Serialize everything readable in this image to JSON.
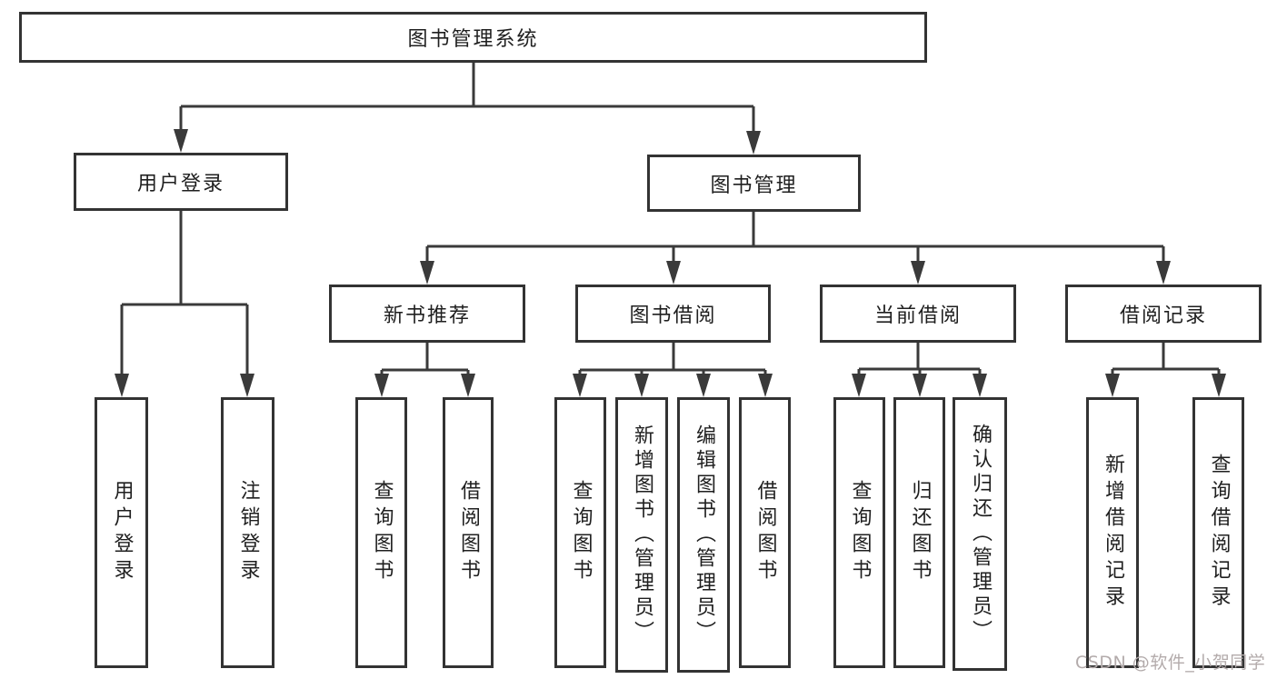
{
  "watermark": "CSDN @软件_小贺同学",
  "colors": {
    "line": "#3a3a3a",
    "border": "#333333",
    "text": "#1f1f1f",
    "watermark": "#b3abab"
  },
  "tree": {
    "label": "图书管理系统",
    "children": [
      {
        "label": "用户登录",
        "children": [
          {
            "label": "用户登录"
          },
          {
            "label": "注销登录"
          }
        ]
      },
      {
        "label": "图书管理",
        "children": [
          {
            "label": "新书推荐",
            "children": [
              {
                "label": "查询图书"
              },
              {
                "label": "借阅图书"
              }
            ]
          },
          {
            "label": "图书借阅",
            "children": [
              {
                "label": "查询图书"
              },
              {
                "label": "新增图书（管理员）"
              },
              {
                "label": "编辑图书（管理员）"
              },
              {
                "label": "借阅图书"
              }
            ]
          },
          {
            "label": "当前借阅",
            "children": [
              {
                "label": "查询图书"
              },
              {
                "label": "归还图书"
              },
              {
                "label": "确认归还（管理员）"
              }
            ]
          },
          {
            "label": "借阅记录",
            "children": [
              {
                "label": "新增借阅记录"
              },
              {
                "label": "查询借阅记录"
              }
            ]
          }
        ]
      }
    ]
  }
}
